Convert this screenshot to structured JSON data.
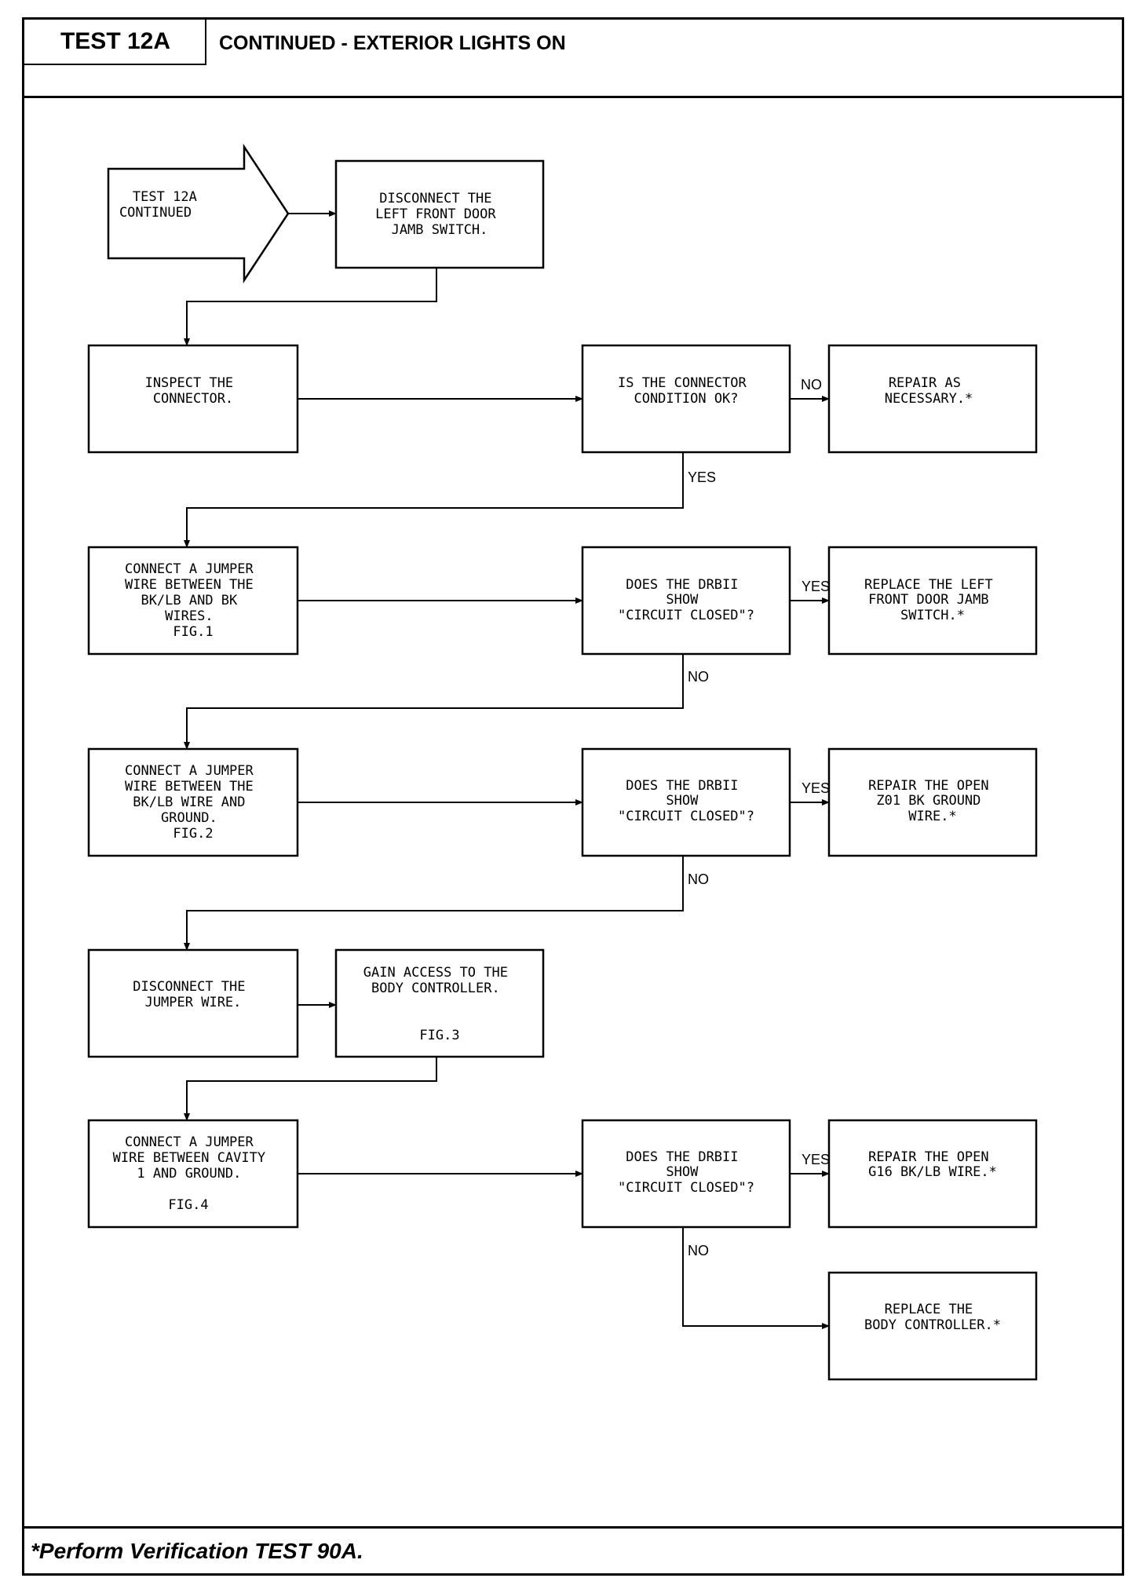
{
  "header": {
    "test_id": "TEST 12A",
    "title": "CONTINUED - EXTERIOR LIGHTS ON"
  },
  "footer": {
    "note": "*Perform Verification TEST 90A."
  },
  "flowchart": {
    "start": {
      "label": [
        "TEST 12A",
        "CONTINUED"
      ]
    },
    "boxes": {
      "disconnect_switch": [
        "DISCONNECT THE",
        "LEFT FRONT DOOR",
        "JAMB SWITCH."
      ],
      "inspect_connector": [
        "INSPECT THE",
        "CONNECTOR."
      ],
      "connector_ok": [
        "IS THE CONNECTOR",
        "CONDITION OK?"
      ],
      "repair_as_necessary": [
        "REPAIR AS",
        "NECESSARY.*"
      ],
      "jumper_bk": [
        "CONNECT A JUMPER",
        "WIRE BETWEEN THE",
        "BK/LB AND BK",
        "WIRES.",
        "FIG.1"
      ],
      "drbii_1": [
        "DOES THE DRBII",
        "SHOW",
        "\"CIRCUIT CLOSED\"?"
      ],
      "replace_switch": [
        "REPLACE THE LEFT",
        "FRONT DOOR JAMB",
        "SWITCH.*"
      ],
      "jumper_ground": [
        "CONNECT A JUMPER",
        "WIRE BETWEEN THE",
        "BK/LB WIRE AND",
        "GROUND.",
        "FIG.2"
      ],
      "drbii_2": [
        "DOES THE DRBII",
        "SHOW",
        "\"CIRCUIT CLOSED\"?"
      ],
      "repair_z01": [
        "REPAIR THE OPEN",
        "Z01 BK GROUND",
        "WIRE.*"
      ],
      "disconnect_jumper": [
        "DISCONNECT THE",
        "JUMPER WIRE."
      ],
      "gain_access": [
        "GAIN ACCESS TO THE",
        "BODY CONTROLLER.",
        "",
        "FIG.3"
      ],
      "jumper_cavity": [
        "CONNECT A JUMPER",
        "WIRE BETWEEN CAVITY",
        "1 AND GROUND.",
        "",
        "FIG.4"
      ],
      "drbii_3": [
        "DOES THE DRBII",
        "SHOW",
        "\"CIRCUIT CLOSED\"?"
      ],
      "repair_g16": [
        "REPAIR THE OPEN",
        "G16 BK/LB WIRE.*"
      ],
      "replace_controller": [
        "REPLACE THE",
        "BODY CONTROLLER.*"
      ]
    },
    "branch_labels": {
      "connector_ok_no": "NO",
      "connector_ok_yes": "YES",
      "drbii_1_yes": "YES",
      "drbii_1_no": "NO",
      "drbii_2_yes": "YES",
      "drbii_2_no": "NO",
      "drbii_3_yes": "YES",
      "drbii_3_no": "NO"
    }
  }
}
